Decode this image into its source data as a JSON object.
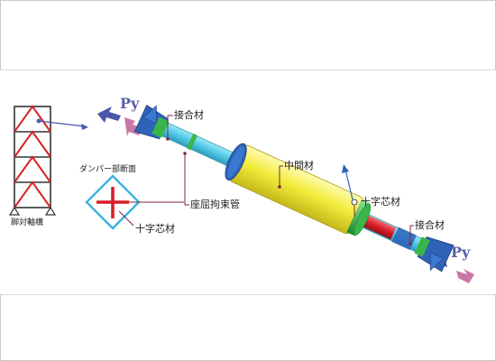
{
  "labels": {
    "frame": "脚対軸構",
    "section_title": "ダンパー部断面",
    "cross_core_section": "十字芯材",
    "joint_top": "接合材",
    "joint_bottom": "接合材",
    "middle": "中間材",
    "cross_core": "十字芯材",
    "restraint_tube": "座屈拘束管",
    "force_left": "Py",
    "force_right": "Py"
  },
  "colors": {
    "tube": "#f2ec3a",
    "tube_shade": "#cfc51f",
    "rod": "#4fc9e6",
    "rod_dark": "#2e9ab8",
    "core_red": "#d81e2a",
    "joint_blue": "#2e63b8",
    "collar_green": "#39b54a",
    "arrow_blue": "#4a56a8",
    "arrow_pink": "#c878a8",
    "frame_red": "#d8232a",
    "leader": "#7a2a3a"
  }
}
